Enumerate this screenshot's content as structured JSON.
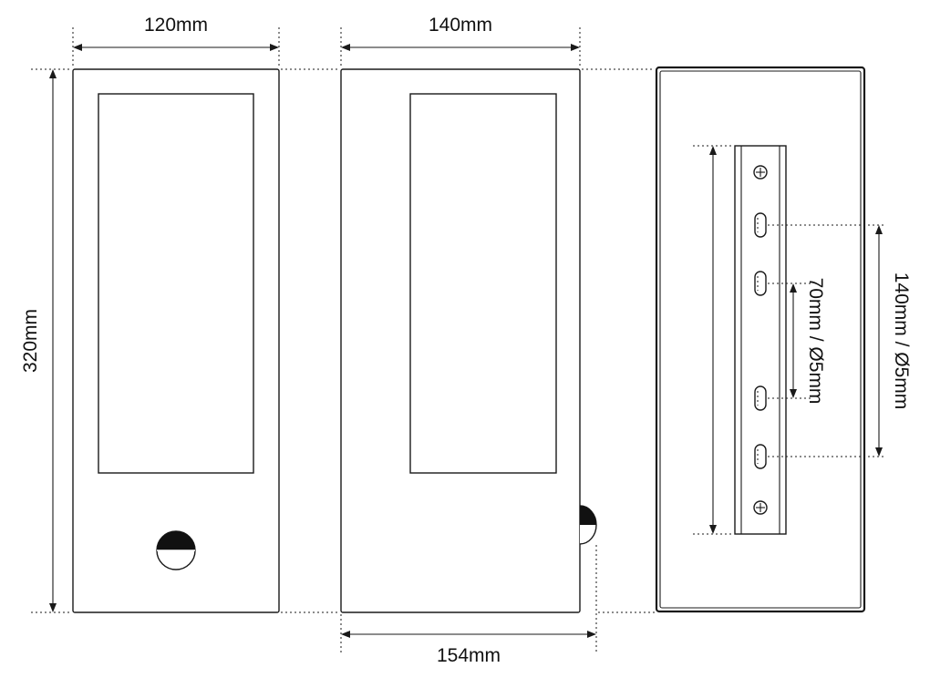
{
  "dimensions": {
    "front_width": "120mm",
    "side_width": "140mm",
    "side_depth_with_sensor": "154mm",
    "height": "320mm",
    "bracket_inner_holes": "70mm / Ø5mm",
    "bracket_outer_holes": "140mm / Ø5mm"
  },
  "colors": {
    "stroke": "#1a1a1a",
    "background": "#ffffff",
    "sensor_dark": "#111111"
  }
}
